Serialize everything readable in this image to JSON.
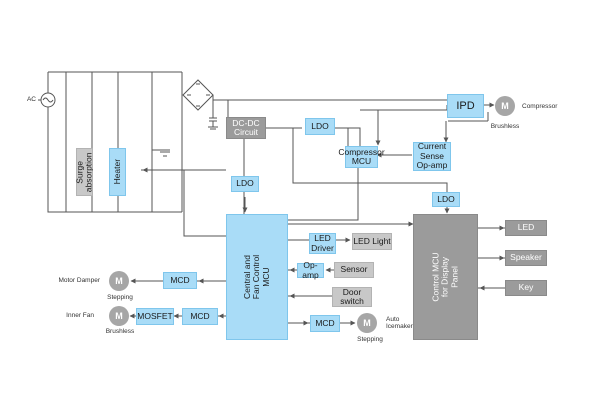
{
  "colors": {
    "block_blue": "#a9dcf7",
    "block_gray": "#9b9b9b",
    "block_light_gray": "#c8c8c8",
    "wire": "#555555",
    "motor": "#a6a6a6"
  },
  "blocks": {
    "ipd": "IPD",
    "dcdc": "DC-DC\nCircuit",
    "ldo_top": "LDO",
    "ldo_mid": "LDO",
    "ldo_right": "LDO",
    "compressor_mcu": "Compressor\nMCU",
    "current_sense": "Current\nSense\nOp-amp",
    "surge": "Surge\nabsorption",
    "heater": "Heater",
    "central_mcu": "Central and\nFan Control\nMCU",
    "led_driver": "LED\nDriver",
    "led_light": "LED Light",
    "op_amp": "Op-amp",
    "sensor": "Sensor",
    "door_switch": "Door\nswitch",
    "mcd_damper": "MCD",
    "mcd_fan": "MCD",
    "mosfet": "MOSFET",
    "mcd_ice": "MCD",
    "display_mcu": "Control MCU\nfor Display Panel",
    "led_out": "LED",
    "speaker": "Speaker",
    "key": "Key"
  },
  "motors": {
    "compressor": "M",
    "damper": "M",
    "fan": "M",
    "ice": "M"
  },
  "labels": {
    "ac": "AC",
    "compressor": "Compressor",
    "brushless_top": "Brushless",
    "motor_damper": "Motor Damper",
    "stepping_damper": "Stepping",
    "inner_fan": "Inner Fan",
    "brushless_fan": "Brushless",
    "auto_icemaker": "Auto\nIcemaker",
    "stepping_ice": "Stepping"
  }
}
